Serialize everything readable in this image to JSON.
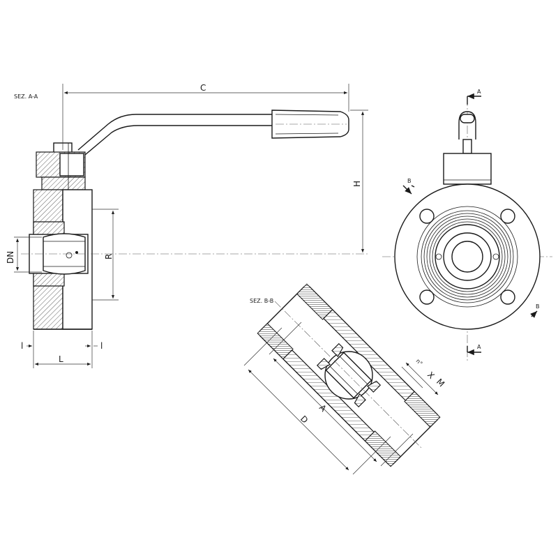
{
  "section_aa": {
    "title": "SEZ. A-A",
    "dims": {
      "c": "C",
      "h": "H",
      "dn": "DN",
      "r": "R",
      "l": "L",
      "l_small_left": "l",
      "l_small_right": "l"
    }
  },
  "front_view": {
    "section_marks": {
      "a_top": "A",
      "a_bottom": "A",
      "b_left": "B",
      "b_right": "B"
    }
  },
  "section_bb": {
    "title": "SEZ. B-B",
    "dims": {
      "a": "A",
      "d": "D",
      "m": "M",
      "x": "X",
      "n": "n°"
    }
  }
}
